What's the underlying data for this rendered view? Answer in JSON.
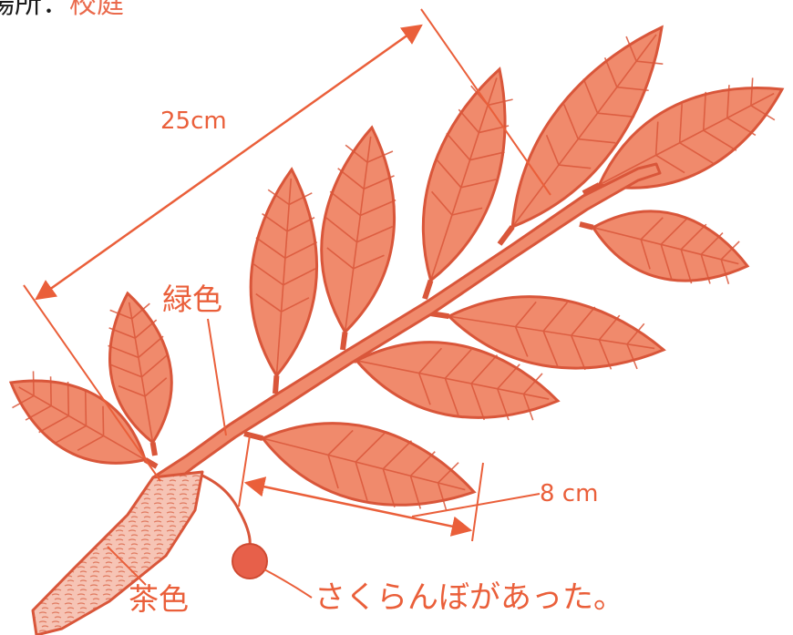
{
  "header": {
    "place_prefix": "場所：",
    "place_value": "校庭"
  },
  "annotations": {
    "length": "25cm",
    "branch_color": "緑色",
    "leaf_width": "8 cm",
    "trunk_color": "茶色",
    "note": "さくらんぼがあった。"
  },
  "colors": {
    "leaf_fill": "#f08a6c",
    "leaf_outline": "#d9563a",
    "annotation": "#ea5f3a",
    "cherry": "#e7604a",
    "trunk": "#f3b6a4"
  },
  "icons": {
    "leaf": "leaf-icon",
    "cherry": "cherry-icon"
  }
}
